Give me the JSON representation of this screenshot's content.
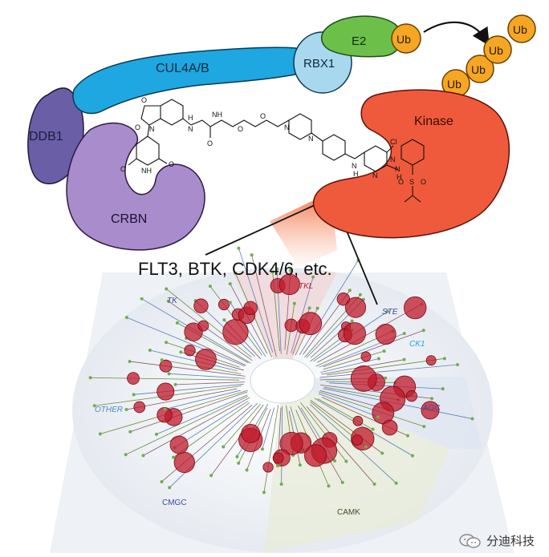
{
  "labels": {
    "ddb1": "DDB1",
    "cul4": "CUL4A/B",
    "rbx1": "RBX1",
    "e2": "E2",
    "ub": "Ub",
    "crbn": "CRBN",
    "kinase": "Kinase",
    "targets": "FLT3, BTK, CDK4/6, etc."
  },
  "molecule_atoms": {
    "O": "O",
    "N": "N",
    "NH": "NH",
    "H": "H",
    "Cl": "Cl",
    "S": "S"
  },
  "kinome_groups": {
    "tkl": "TKL",
    "tk": "TK",
    "ste": "STE",
    "ck1": "CK1",
    "agc": "AGC",
    "other": "OTHER",
    "cmgc": "CMGC",
    "camk": "CAMK"
  },
  "watermark": "分迪科技",
  "colors": {
    "ddb1": "#6a5fa6",
    "cul4": "#1ea7e1",
    "rbx1": "#a9d8ee",
    "e2": "#6cc04a",
    "ub": "#f5a623",
    "crbn": "#a98ccb",
    "kinase": "#ef5a3c",
    "hit": "#c0182a"
  }
}
